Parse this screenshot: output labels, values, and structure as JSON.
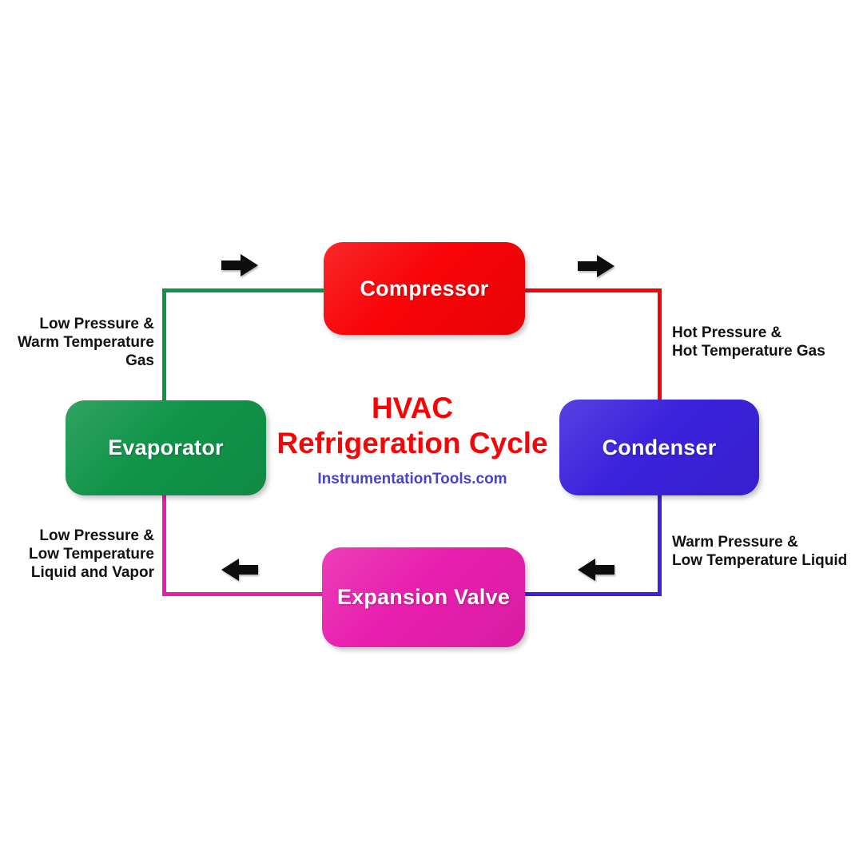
{
  "diagram": {
    "title_line1": "HVAC",
    "title_line2": "Refrigeration Cycle",
    "watermark": "InstrumentationTools.com"
  },
  "nodes": {
    "compressor": {
      "label": "Compressor",
      "color": "#f80407"
    },
    "condenser": {
      "label": "Condenser",
      "color": "#3b22dc"
    },
    "expansion_valve": {
      "label": "Expansion Valve",
      "color": "#e81fae"
    },
    "evaporator": {
      "label": "Evaporator",
      "color": "#109449"
    }
  },
  "stream_labels": {
    "evaporator_to_compressor": "Low Pressure &\nWarm Temperature\nGas",
    "compressor_to_condenser": "Hot Pressure &\nHot Temperature Gas",
    "condenser_to_expansion_valve": "Warm Pressure &\nLow Temperature Liquid",
    "expansion_valve_to_evaporator": "Low Pressure &\nLow Temperature\nLiquid and Vapor"
  },
  "colors": {
    "background": "#ffffff",
    "title_red": "#f80407",
    "watermark_blue": "#4843c9",
    "label_text": "#111111",
    "arrow_black": "#0d0d0d",
    "line_green": "#109449",
    "line_red": "#f80407",
    "line_blue": "#3b22dc",
    "line_magenta": "#e81fae"
  }
}
